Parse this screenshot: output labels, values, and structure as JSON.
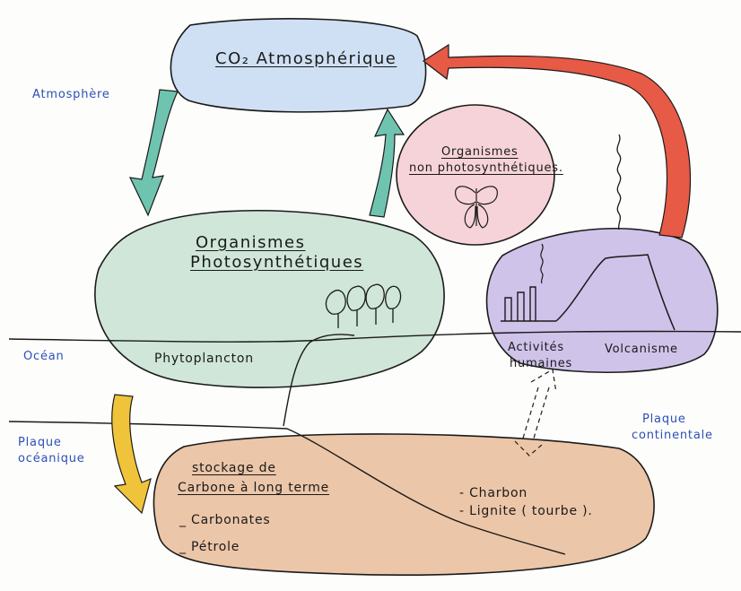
{
  "title": "Cycle du carbone",
  "boxes": {
    "co2": {
      "label": "CO₂  Atmosphérique",
      "color": "#cfe0f4"
    },
    "photosynthetic": {
      "line1": "Organismes",
      "line2": "Photosynthétiques",
      "color": "#cfe6d8"
    },
    "non_photosynthetic": {
      "line1": "Organismes",
      "line2": "non photosynthétiques.",
      "color": "#f6d3d8"
    },
    "volcano_zone": {
      "color": "#cfc3ea"
    },
    "storage": {
      "line1": "stockage de",
      "line2": "Carbone à long terme",
      "color": "#ecc6a8"
    }
  },
  "zones": {
    "atmosphere": "Atmosphère",
    "ocean": "Océan",
    "oceanic_plate_1": "Plaque",
    "oceanic_plate_2": "océanique",
    "continental_plate_1": "Plaque",
    "continental_plate_2": "continentale"
  },
  "labels": {
    "phytoplankton": "Phytoplancton",
    "human_activities_1": "Activités",
    "human_activities_2": "humaines",
    "volcanism": "Volcanisme"
  },
  "storage_items": {
    "carbonates": "_ Carbonates",
    "petrole": "_ Pétrole",
    "charbon": "- Charbon",
    "lignite": "- Lignite  ( tourbe )."
  },
  "arrow_colors": {
    "absorption": "#6fc4b0",
    "respiration": "#6fc4b0",
    "emission": "#e65a46",
    "sedimentation": "#f0c43a"
  }
}
